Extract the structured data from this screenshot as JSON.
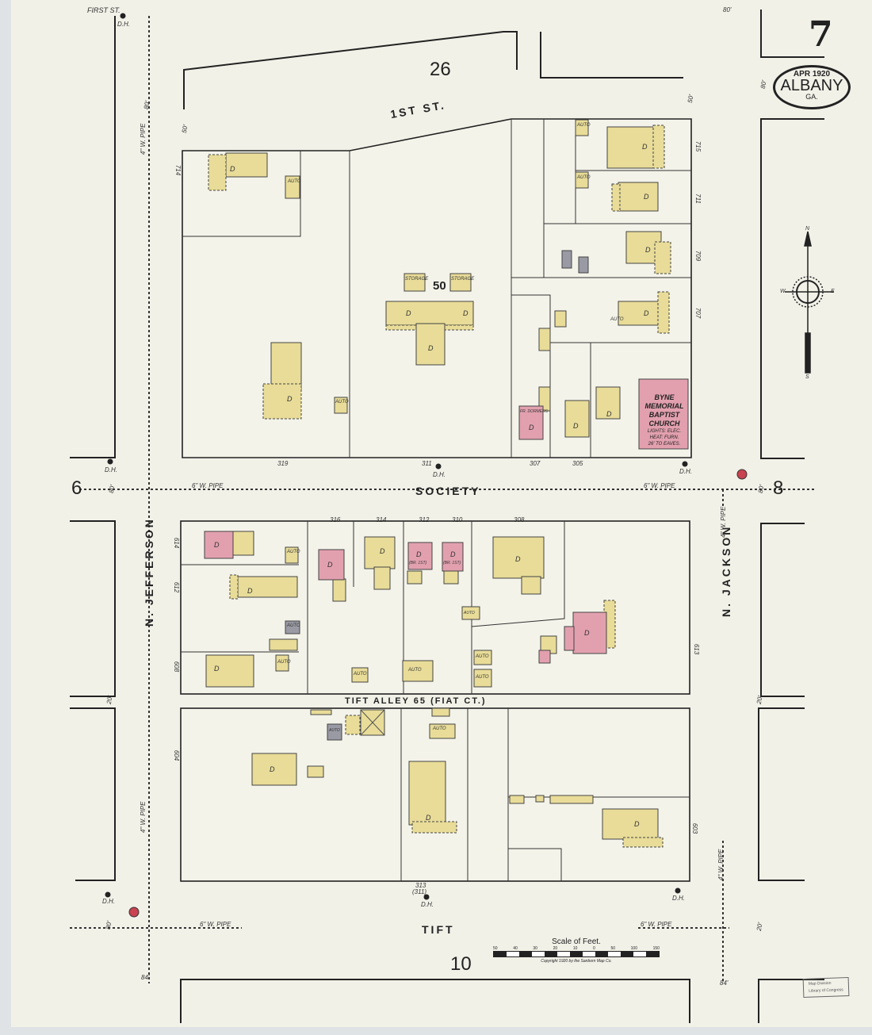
{
  "sheet": {
    "number": "7",
    "date": "APR 1920",
    "city": "ALBANY",
    "state": "GA.",
    "adjacent_sheets": {
      "north": "",
      "west": "6",
      "east": "8",
      "south_block": "10"
    }
  },
  "streets": {
    "first_st": "1ST  ST.",
    "first_st_corner": "FIRST ST.",
    "society": "SOCIETY",
    "tift": "TIFT",
    "tift_alley": "TIFT ALLEY 65 (FIAT CT.)",
    "n_jefferson": "N. JEFFERSON",
    "n_jackson": "N. JACKSON"
  },
  "blocks": [
    "26",
    "50",
    "10"
  ],
  "street_widths": [
    "50'",
    "80'",
    "50'",
    "80'",
    "20'",
    "20'",
    "80'",
    "80'",
    "84'",
    "84'",
    "80'",
    "20'",
    "80'"
  ],
  "pipes": [
    "4\" W. PIPE",
    "6\" W. PIPE",
    "6\" W. PIPE",
    "4\" W. PIPE",
    "6\" W. PIPE",
    "6\" W. PIPE",
    "4\" W. PIPE",
    "4\" W. PIPE"
  ],
  "hydrant_label": "D.H.",
  "addresses": {
    "society_north": [
      "319",
      "311",
      "307",
      "305"
    ],
    "society_south": [
      "316",
      "314",
      "312",
      "310",
      "308"
    ],
    "jackson_east": [
      "715",
      "711",
      "709",
      "707",
      "613",
      "603"
    ],
    "jefferson_west": [
      "714",
      "614",
      "612",
      "608",
      "604"
    ],
    "tift_north": [
      "313",
      "(311)"
    ]
  },
  "buildings": {
    "dwelling": "D",
    "auto": "AUTO",
    "storage": "STORAGE",
    "fr_dormers": "FR. DORMERS",
    "br_1": "(BR. 1ST)",
    "br_2": "(BR. 1ST)"
  },
  "church": {
    "name_line1": "BYNE MEMORIAL",
    "name_line2": "BAPTIST CHURCH",
    "notes_line1": "LIGHTS: ELEC.",
    "notes_line2": "HEAT: FURN.",
    "notes_line3": "26' TO EAVES."
  },
  "compass": {
    "n": "N",
    "s": "S",
    "e": "E",
    "w": "W"
  },
  "scale": {
    "title": "Scale of Feet.",
    "ticks": [
      "50",
      "40",
      "30",
      "20",
      "10",
      "0",
      "50",
      "100",
      "150"
    ],
    "copyright": "Copyright 1920 by the Sanborn Map Co."
  },
  "stamp": {
    "line1": "Map Division",
    "line2": "Library of Congress"
  },
  "colors": {
    "paper": "#f2f1e8",
    "frame": "#e8dc98",
    "brick": "#e2a0ae",
    "line": "#222222",
    "hydrant_red": "#c94350"
  }
}
